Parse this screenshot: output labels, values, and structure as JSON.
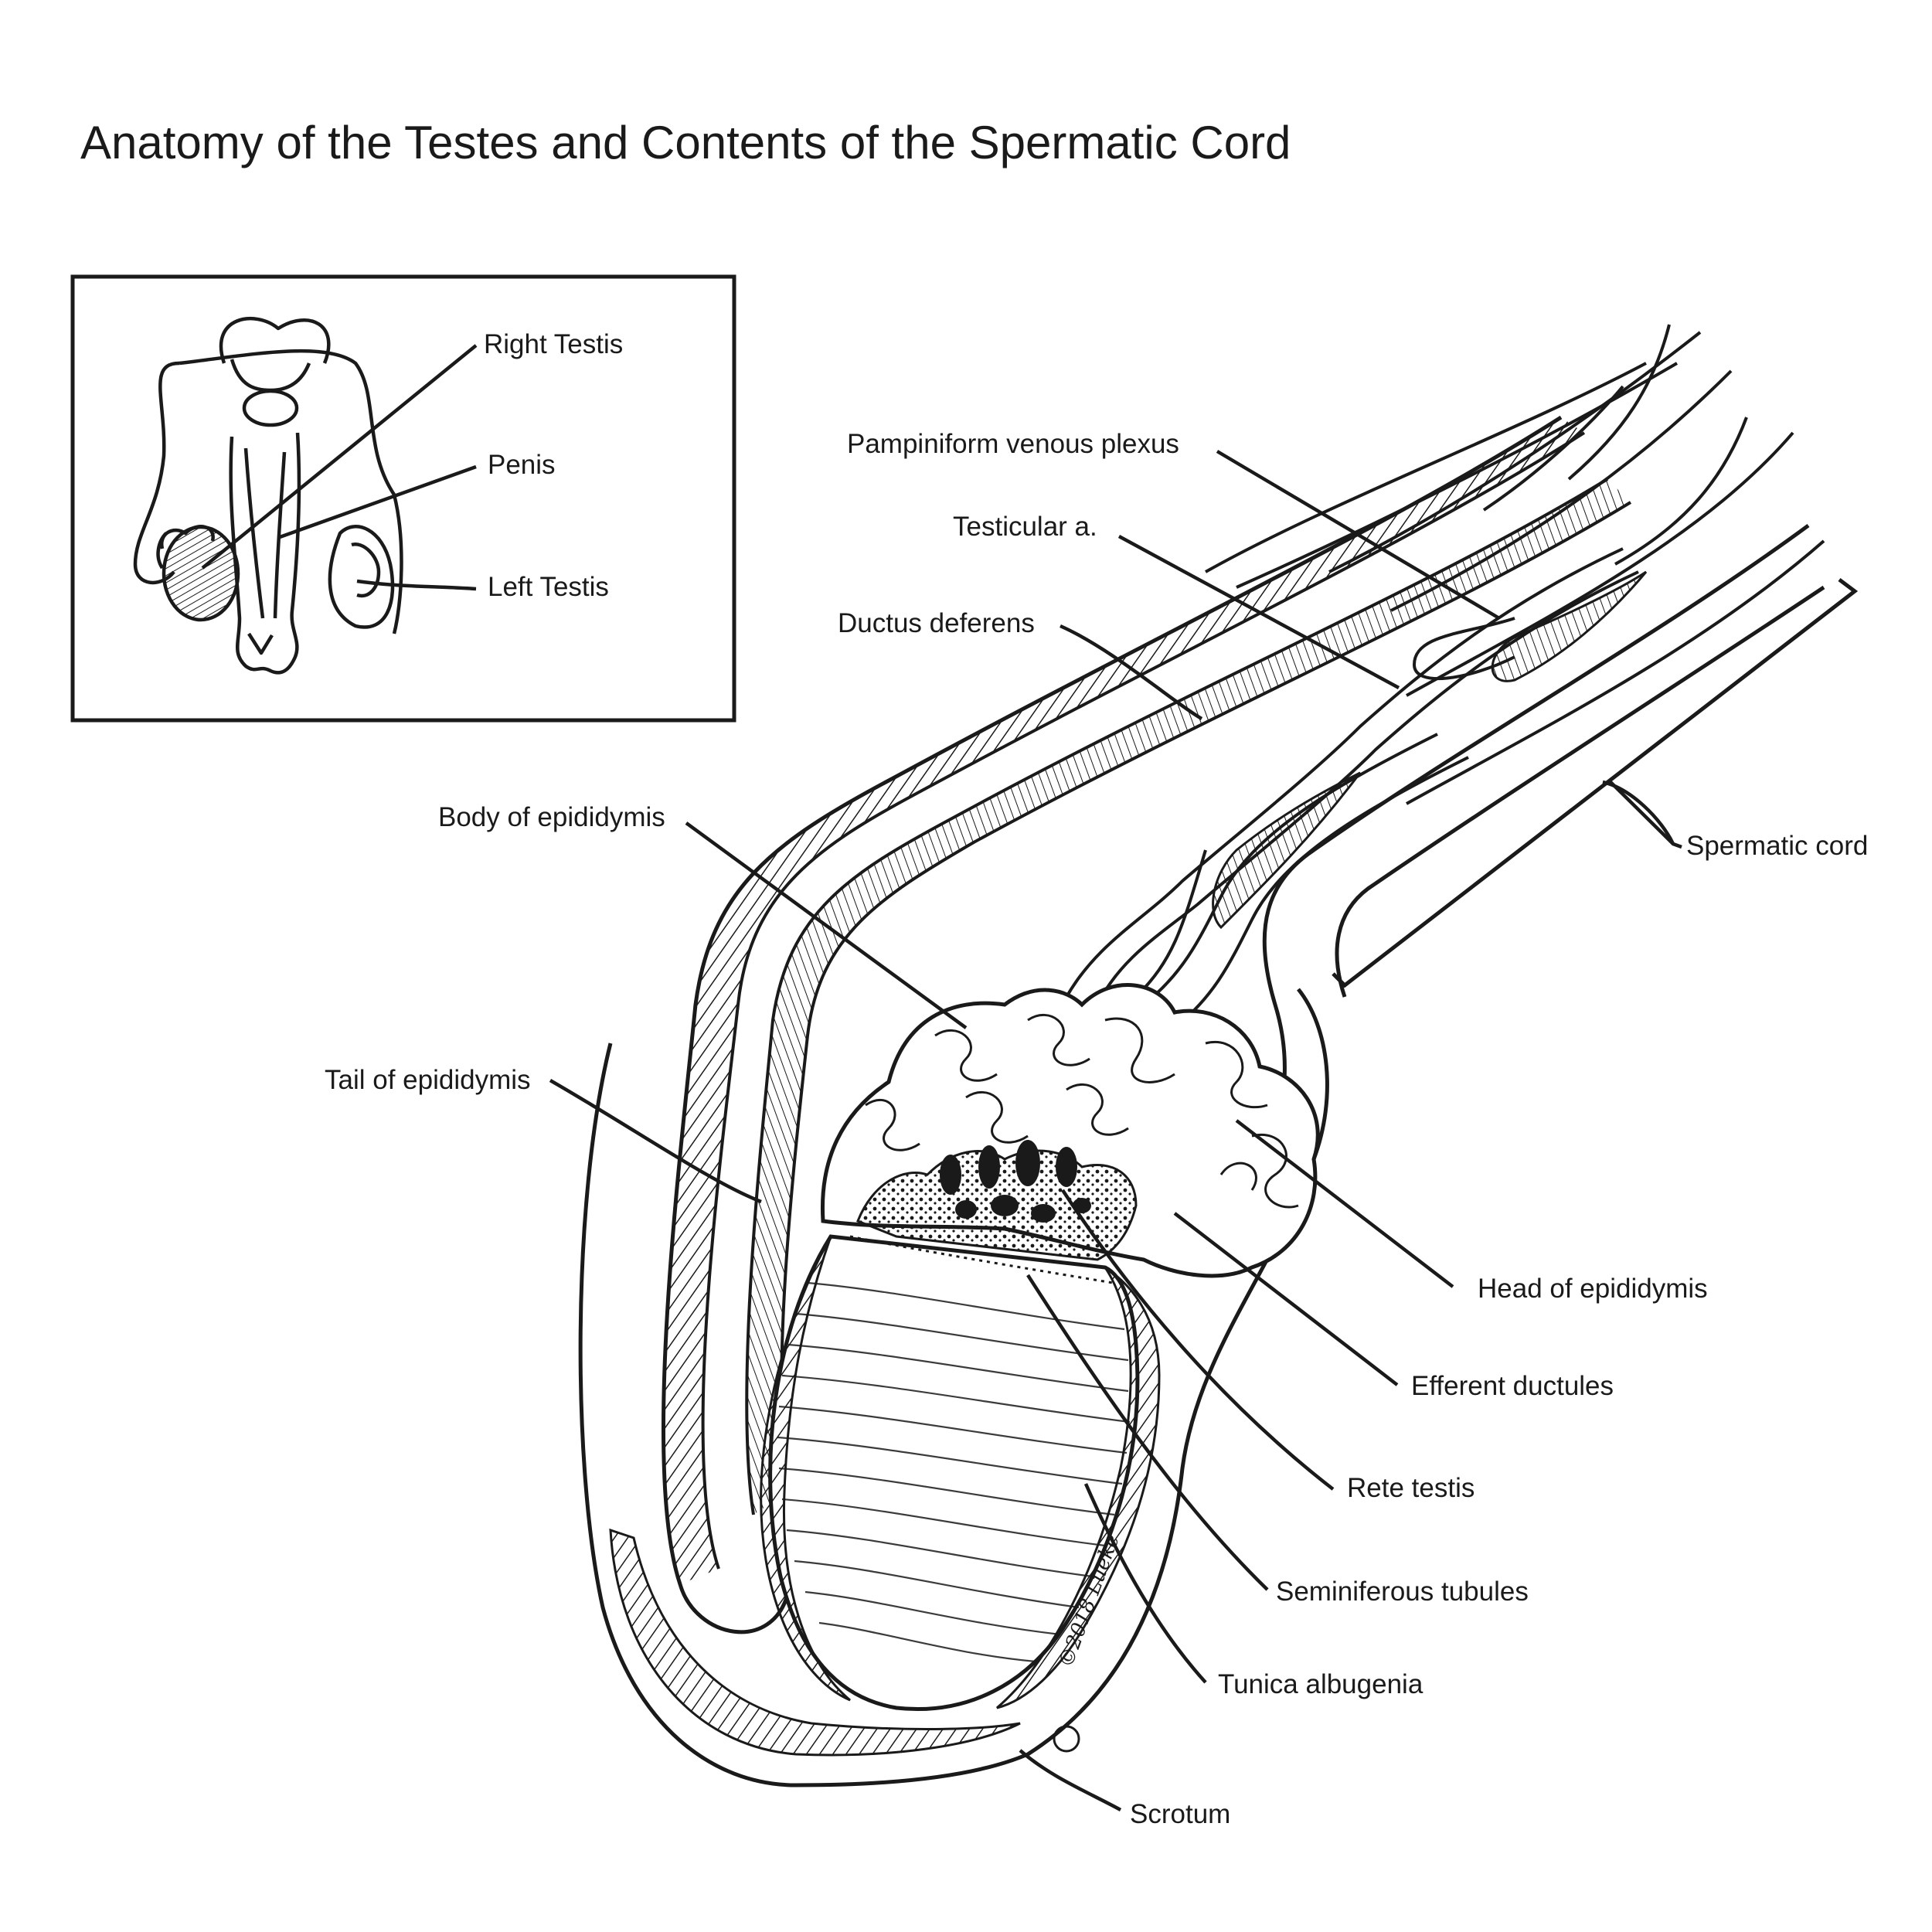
{
  "title": "Anatomy of the Testes and Contents of the Spermatic Cord",
  "inset": {
    "labels": {
      "right_testis": "Right Testis",
      "penis": "Penis",
      "left_testis": "Left Testis"
    }
  },
  "labels": {
    "pampiniform": "Pampiniform venous plexus",
    "testicular_a": "Testicular a.",
    "ductus_deferens": "Ductus deferens",
    "spermatic_cord": "Spermatic cord",
    "body_epididymis": "Body of epididymis",
    "tail_epididymis": "Tail of epididymis",
    "head_epididymis": "Head of epididymis",
    "efferent_ductules": "Efferent ductules",
    "rete_testis": "Rete testis",
    "seminiferous_tubules": "Seminiferous tubules",
    "tunica_albugenia": "Tunica albugenia",
    "scrotum": "Scrotum"
  },
  "signature": "©2018 Lueke",
  "colors": {
    "ink": "#1a1a1a",
    "background": "#ffffff"
  }
}
